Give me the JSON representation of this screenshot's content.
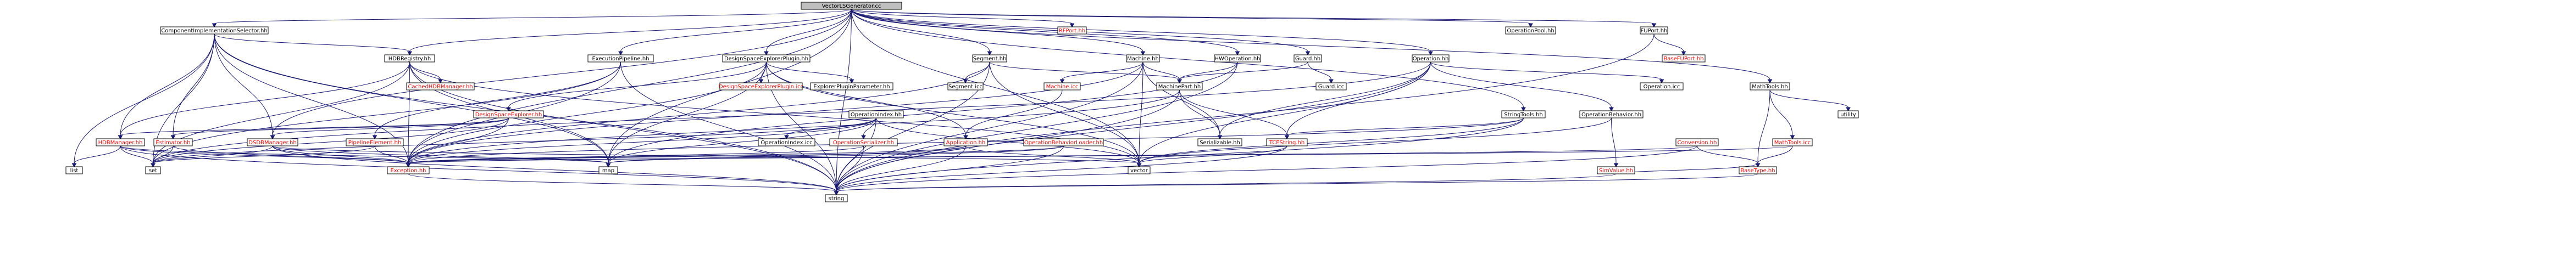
{
  "graph": {
    "nodes": {
      "root": {
        "label": "VectorLSGenerator.cc",
        "style": "root"
      },
      "cis": {
        "label": "ComponentImplementationSelector.hh",
        "style": "plain"
      },
      "hdbreg": {
        "label": "HDBRegistry.hh",
        "style": "plain"
      },
      "exec": {
        "label": "ExecutionPipeline.hh",
        "style": "plain"
      },
      "dsep": {
        "label": "DesignSpaceExplorerPlugin.hh",
        "style": "plain"
      },
      "segment": {
        "label": "Segment.hh",
        "style": "plain"
      },
      "rfport": {
        "label": "RFPort.hh",
        "style": "red"
      },
      "machine": {
        "label": "Machine.hh",
        "style": "plain"
      },
      "hwop": {
        "label": "HWOperation.hh",
        "style": "plain"
      },
      "guard": {
        "label": "Guard.hh",
        "style": "plain"
      },
      "operation": {
        "label": "Operation.hh",
        "style": "plain"
      },
      "oppool": {
        "label": "OperationPool.hh",
        "style": "plain"
      },
      "fuport": {
        "label": "FUPort.hh",
        "style": "plain"
      },
      "basefuport": {
        "label": "BaseFUPort.hh",
        "style": "red"
      },
      "mathtools": {
        "label": "MathTools.hh",
        "style": "plain"
      },
      "cachedhdb": {
        "label": "CachedHDBManager.hh",
        "style": "red"
      },
      "dse": {
        "label": "DesignSpaceExplorer.hh",
        "style": "red"
      },
      "dsepcc": {
        "label": "DesignSpaceExplorerPlugin.icc",
        "style": "red"
      },
      "explorerparam": {
        "label": "ExplorerPluginParameter.hh",
        "style": "plain"
      },
      "opindex": {
        "label": "OperationIndex.hh",
        "style": "plain"
      },
      "segmenticc": {
        "label": "Segment.icc",
        "style": "plain"
      },
      "machineicc": {
        "label": "Machine.icc",
        "style": "red"
      },
      "machinepart": {
        "label": "MachinePart.hh",
        "style": "plain"
      },
      "guardicc": {
        "label": "Guard.icc",
        "style": "plain"
      },
      "stringtools": {
        "label": "StringTools.hh",
        "style": "plain"
      },
      "opbehavior": {
        "label": "OperationBehavior.hh",
        "style": "plain"
      },
      "opicc": {
        "label": "Operation.icc",
        "style": "plain"
      },
      "utility": {
        "label": "utility",
        "style": "grey"
      },
      "hdbmanager": {
        "label": "HDBManager.hh",
        "style": "red"
      },
      "estimator": {
        "label": "Estimator.hh",
        "style": "red"
      },
      "dsdbmanager": {
        "label": "DSDBManager.hh",
        "style": "red"
      },
      "pipeline": {
        "label": "PipelineElement.hh",
        "style": "red"
      },
      "opindexicc": {
        "label": "OperationIndex.icc",
        "style": "plain"
      },
      "opserializer": {
        "label": "OperationSerializer.hh",
        "style": "red"
      },
      "application": {
        "label": "Application.hh",
        "style": "red"
      },
      "opbehaviorloader": {
        "label": "OperationBehaviorLoader.hh",
        "style": "red"
      },
      "serializable": {
        "label": "Serializable.hh",
        "style": "plain"
      },
      "tcestring": {
        "label": "TCEString.hh",
        "style": "red"
      },
      "simvalue": {
        "label": "SimValue.hh",
        "style": "red"
      },
      "conversion": {
        "label": "Conversion.hh",
        "style": "red"
      },
      "mathtoolsicc": {
        "label": "MathTools.icc",
        "style": "red"
      },
      "list": {
        "label": "list",
        "style": "grey"
      },
      "set": {
        "label": "set",
        "style": "grey"
      },
      "exception": {
        "label": "Exception.hh",
        "style": "red"
      },
      "map": {
        "label": "map",
        "style": "grey"
      },
      "vector": {
        "label": "vector",
        "style": "grey"
      },
      "basetype": {
        "label": "BaseType.hh",
        "style": "red"
      },
      "string": {
        "label": "string",
        "style": "grey"
      }
    },
    "edges": [
      [
        "root",
        "cis"
      ],
      [
        "root",
        "hdbreg"
      ],
      [
        "root",
        "exec"
      ],
      [
        "root",
        "dsep"
      ],
      [
        "root",
        "segment"
      ],
      [
        "root",
        "rfport"
      ],
      [
        "root",
        "machine"
      ],
      [
        "root",
        "hwop"
      ],
      [
        "root",
        "guard"
      ],
      [
        "root",
        "operation"
      ],
      [
        "root",
        "oppool"
      ],
      [
        "root",
        "fuport"
      ],
      [
        "root",
        "mathtools"
      ],
      [
        "root",
        "dsdbmanager"
      ],
      [
        "root",
        "vector"
      ],
      [
        "root",
        "string"
      ],
      [
        "root",
        "exception"
      ],
      [
        "root",
        "map"
      ],
      [
        "root",
        "stringtools"
      ],
      [
        "cis",
        "hdbreg"
      ],
      [
        "cis",
        "hdbmanager"
      ],
      [
        "cis",
        "estimator"
      ],
      [
        "cis",
        "dsdbmanager"
      ],
      [
        "cis",
        "list"
      ],
      [
        "cis",
        "set"
      ],
      [
        "cis",
        "map"
      ],
      [
        "cis",
        "string"
      ],
      [
        "cis",
        "exception"
      ],
      [
        "hdbreg",
        "cachedhdb"
      ],
      [
        "hdbreg",
        "hdbmanager"
      ],
      [
        "hdbreg",
        "exception"
      ],
      [
        "hdbreg",
        "set"
      ],
      [
        "hdbreg",
        "map"
      ],
      [
        "hdbreg",
        "vector"
      ],
      [
        "hdbreg",
        "string"
      ],
      [
        "exec",
        "pipeline"
      ],
      [
        "exec",
        "exception"
      ],
      [
        "exec",
        "string"
      ],
      [
        "exec",
        "set"
      ],
      [
        "dsep",
        "dse"
      ],
      [
        "dsep",
        "dsepcc"
      ],
      [
        "dsep",
        "explorerparam"
      ],
      [
        "dsep",
        "exception"
      ],
      [
        "dsep",
        "application"
      ],
      [
        "dsep",
        "string"
      ],
      [
        "dsep",
        "map"
      ],
      [
        "dsep",
        "vector"
      ],
      [
        "segment",
        "segmenticc"
      ],
      [
        "segment",
        "machinepart"
      ],
      [
        "segment",
        "exception"
      ],
      [
        "segment",
        "vector"
      ],
      [
        "segment",
        "string"
      ],
      [
        "machine",
        "machineicc"
      ],
      [
        "machine",
        "machinepart"
      ],
      [
        "machine",
        "serializable"
      ],
      [
        "machine",
        "exception"
      ],
      [
        "machine",
        "vector"
      ],
      [
        "machine",
        "string"
      ],
      [
        "hwop",
        "machinepart"
      ],
      [
        "hwop",
        "string"
      ],
      [
        "hwop",
        "map"
      ],
      [
        "guard",
        "guardicc"
      ],
      [
        "guard",
        "machinepart"
      ],
      [
        "operation",
        "opicc"
      ],
      [
        "operation",
        "opbehavior"
      ],
      [
        "operation",
        "serializable"
      ],
      [
        "operation",
        "tcestring"
      ],
      [
        "operation",
        "string"
      ],
      [
        "operation",
        "vector"
      ],
      [
        "operation",
        "set"
      ],
      [
        "fuport",
        "basefuport"
      ],
      [
        "fuport",
        "string"
      ],
      [
        "mathtools",
        "mathtoolsicc"
      ],
      [
        "mathtools",
        "utility"
      ],
      [
        "mathtools",
        "basetype"
      ],
      [
        "dse",
        "hdbmanager"
      ],
      [
        "dse",
        "dsdbmanager"
      ],
      [
        "dse",
        "estimator"
      ],
      [
        "dse",
        "exception"
      ],
      [
        "dse",
        "set"
      ],
      [
        "opindex",
        "opindexicc"
      ],
      [
        "opindex",
        "opserializer"
      ],
      [
        "opindex",
        "exception"
      ],
      [
        "opindex",
        "string"
      ],
      [
        "opindex",
        "map"
      ],
      [
        "opindex",
        "vector"
      ],
      [
        "opindex",
        "set"
      ],
      [
        "machineicc",
        "application"
      ],
      [
        "machinepart",
        "serializable"
      ],
      [
        "machinepart",
        "tcestring"
      ],
      [
        "machinepart",
        "exception"
      ],
      [
        "machinepart",
        "string"
      ],
      [
        "stringtools",
        "tcestring"
      ],
      [
        "stringtools",
        "exception"
      ],
      [
        "stringtools",
        "string"
      ],
      [
        "stringtools",
        "vector"
      ],
      [
        "opbehavior",
        "simvalue"
      ],
      [
        "opbehavior",
        "vector"
      ],
      [
        "hdbmanager",
        "list"
      ],
      [
        "hdbmanager",
        "set"
      ],
      [
        "hdbmanager",
        "exception"
      ],
      [
        "hdbmanager",
        "map"
      ],
      [
        "hdbmanager",
        "string"
      ],
      [
        "estimator",
        "set"
      ],
      [
        "estimator",
        "exception"
      ],
      [
        "dsdbmanager",
        "set"
      ],
      [
        "dsdbmanager",
        "exception"
      ],
      [
        "dsdbmanager",
        "map"
      ],
      [
        "dsdbmanager",
        "string"
      ],
      [
        "dsdbmanager",
        "vector"
      ],
      [
        "pipeline",
        "exception"
      ],
      [
        "pipeline",
        "set"
      ],
      [
        "opserializer",
        "exception"
      ],
      [
        "opserializer",
        "string"
      ],
      [
        "application",
        "exception"
      ],
      [
        "application",
        "string"
      ],
      [
        "application",
        "vector"
      ],
      [
        "application",
        "map"
      ],
      [
        "opbehaviorloader",
        "exception"
      ],
      [
        "opbehaviorloader",
        "string"
      ],
      [
        "opbehaviorloader",
        "map"
      ],
      [
        "tcestring",
        "string"
      ],
      [
        "tcestring",
        "vector"
      ],
      [
        "simvalue",
        "basetype"
      ],
      [
        "simvalue",
        "string"
      ],
      [
        "conversion",
        "exception"
      ],
      [
        "conversion",
        "basetype"
      ],
      [
        "conversion",
        "string"
      ],
      [
        "mathtoolsicc",
        "basetype"
      ],
      [
        "mathtoolsicc",
        "exception"
      ],
      [
        "exception",
        "string"
      ],
      [
        "basetype",
        "string"
      ]
    ]
  }
}
